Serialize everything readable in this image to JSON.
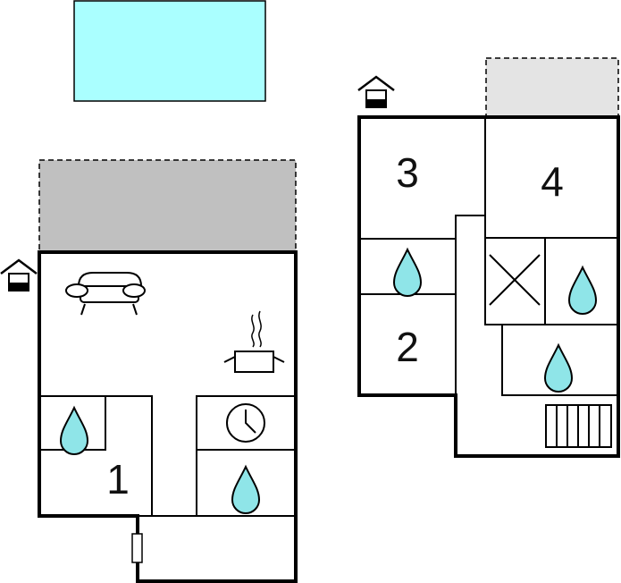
{
  "floorplan": {
    "ground_floor": {
      "room_label": "1",
      "icons": [
        "sofa-icon",
        "cooking-pot-icon",
        "bathroom-drop-icon",
        "clock-icon",
        "bathroom-drop-icon",
        "door-icon"
      ],
      "entrance_icon": "entrance-house-icon",
      "pool_icon": "pool"
    },
    "upper_floor": {
      "room_labels": [
        "2",
        "3",
        "4"
      ],
      "icons": [
        "bathroom-drop-icon",
        "bathroom-drop-icon",
        "bathroom-drop-icon",
        "closet-cross-icon",
        "stairs-icon"
      ],
      "entrance_icon": "entrance-house-icon"
    }
  },
  "colors": {
    "pool": "#aaffff",
    "terrace_ground": "#c0c0c0",
    "terrace_upper": "#e4e4e4",
    "water_drop": "#8fe5e8",
    "wall": "#000000"
  }
}
